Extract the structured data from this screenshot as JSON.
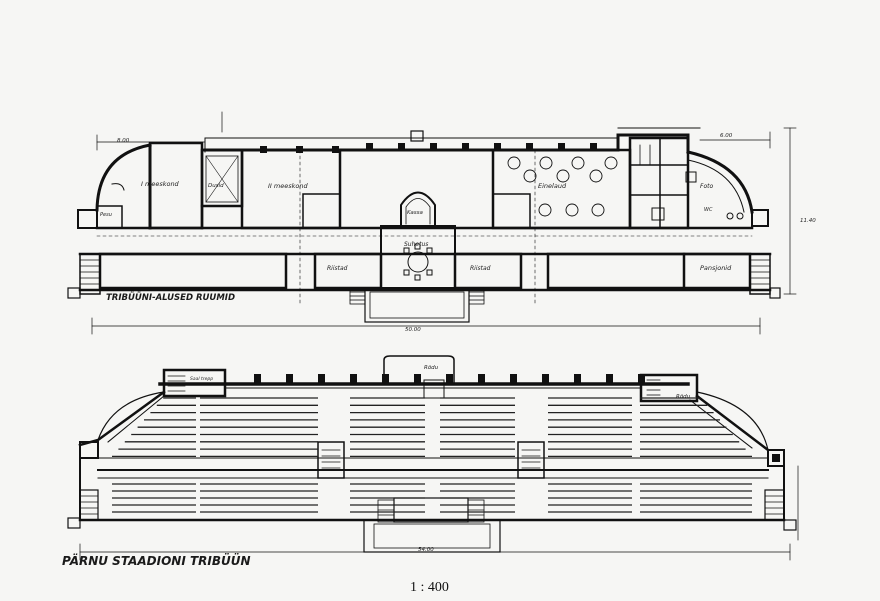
{
  "plan_top": {
    "title": "TRIBÜÜNI-ALUSED RUUMID",
    "rooms": {
      "room_1": "I meeskond",
      "room_2": "II meeskond",
      "shower": "Dusid",
      "office": "Kassa",
      "lobby": "Suhetus",
      "store_left": "Riistad",
      "store_right": "Riistad",
      "cafe": "Einelaud",
      "photo": "Foto",
      "wc": "WC",
      "clean": "Pesu",
      "guards": "Pansjonid"
    },
    "dims": {
      "left": "8.00",
      "right": "6.00",
      "total": "50.00",
      "height": "11.40"
    }
  },
  "plan_bottom": {
    "title": "PÄRNU STAADIONI TRIBÜÜN",
    "labels": {
      "top": "Rõdu",
      "right": "Rõdu",
      "stair_note": "Saal trepp"
    },
    "dims": {
      "total": "54.00"
    }
  },
  "scale": "1 : 400"
}
